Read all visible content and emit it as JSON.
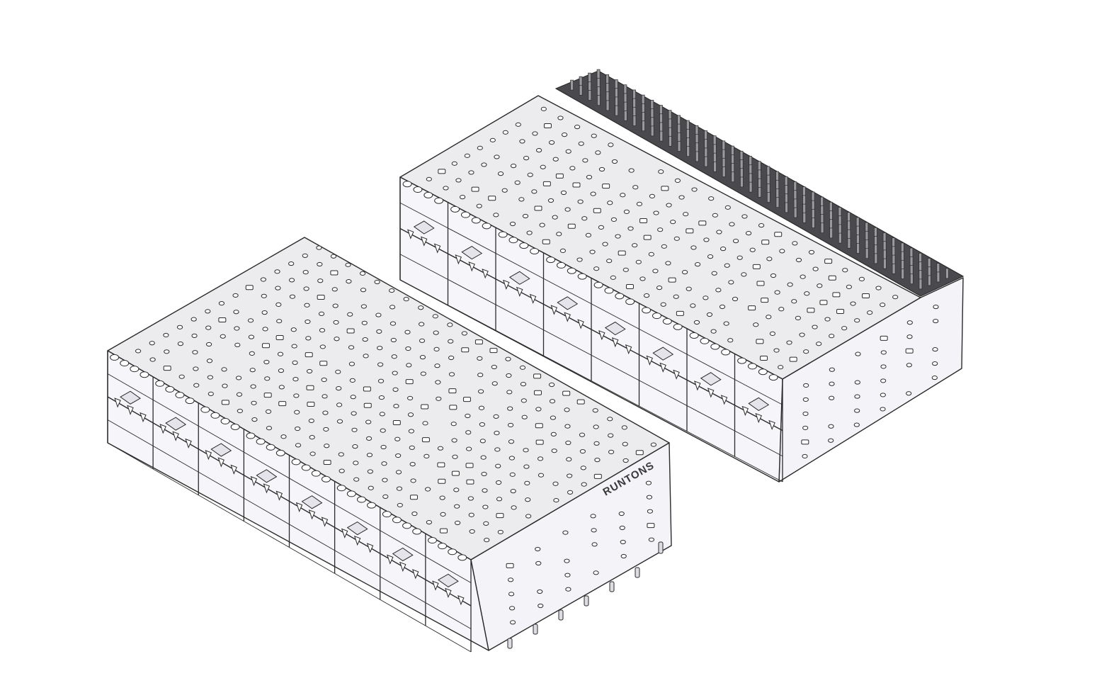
{
  "diagram": {
    "brand_label": "RUNTONS",
    "colors": {
      "outline": "#2b2b2b",
      "top_face": "#ececef",
      "front_face": "#f6f6fa",
      "side_face": "#f3f3f8",
      "hole": "#ffffff",
      "pin_block": "#4a4a4e",
      "pin": "#9a9a9e"
    },
    "objects": [
      {
        "name": "connector-cage-front",
        "ports_per_row": 8,
        "rows": 2,
        "has_rear_pins": false
      },
      {
        "name": "connector-cage-rear",
        "ports_per_row": 8,
        "rows": 2,
        "has_rear_pins": true
      }
    ]
  }
}
